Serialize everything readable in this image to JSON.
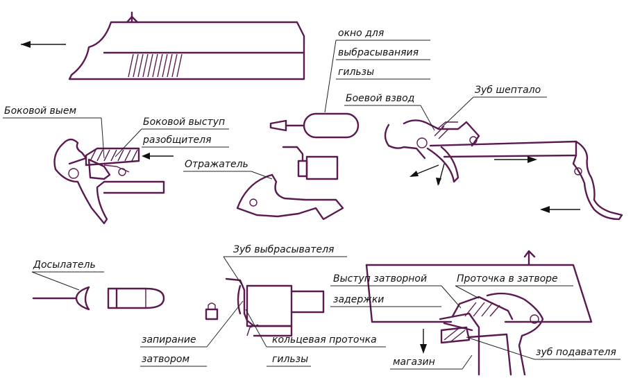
{
  "labels": {
    "ejection_window_1": "окно для",
    "ejection_window_2": "выбрасываняия",
    "ejection_window_3": "гильзы",
    "side_recess": "Боковой выем",
    "side_lug_1": "Боковой выступ",
    "side_lug_2": "разобщителя",
    "reflector": "Отражатель",
    "combat_cock": "Боевой взвод",
    "sear_tooth": "Зуб шептало",
    "rammer": "Досылатель",
    "extractor_tooth": "Зуб выбрасывателя",
    "locking_1": "запирание",
    "locking_2": "затвором",
    "ring_groove_1": "кольцевая проточка",
    "ring_groove_2": "гильзы",
    "slide_stop_lug_1": "Выступ затворной",
    "slide_stop_lug_2": "задержки",
    "slide_groove": "Проточка в затворе",
    "magazine": "магазин",
    "follower_tooth": "зуб подавателя"
  },
  "colors": {
    "line": "#5a1a50",
    "text": "#111111",
    "background": "#ffffff"
  }
}
